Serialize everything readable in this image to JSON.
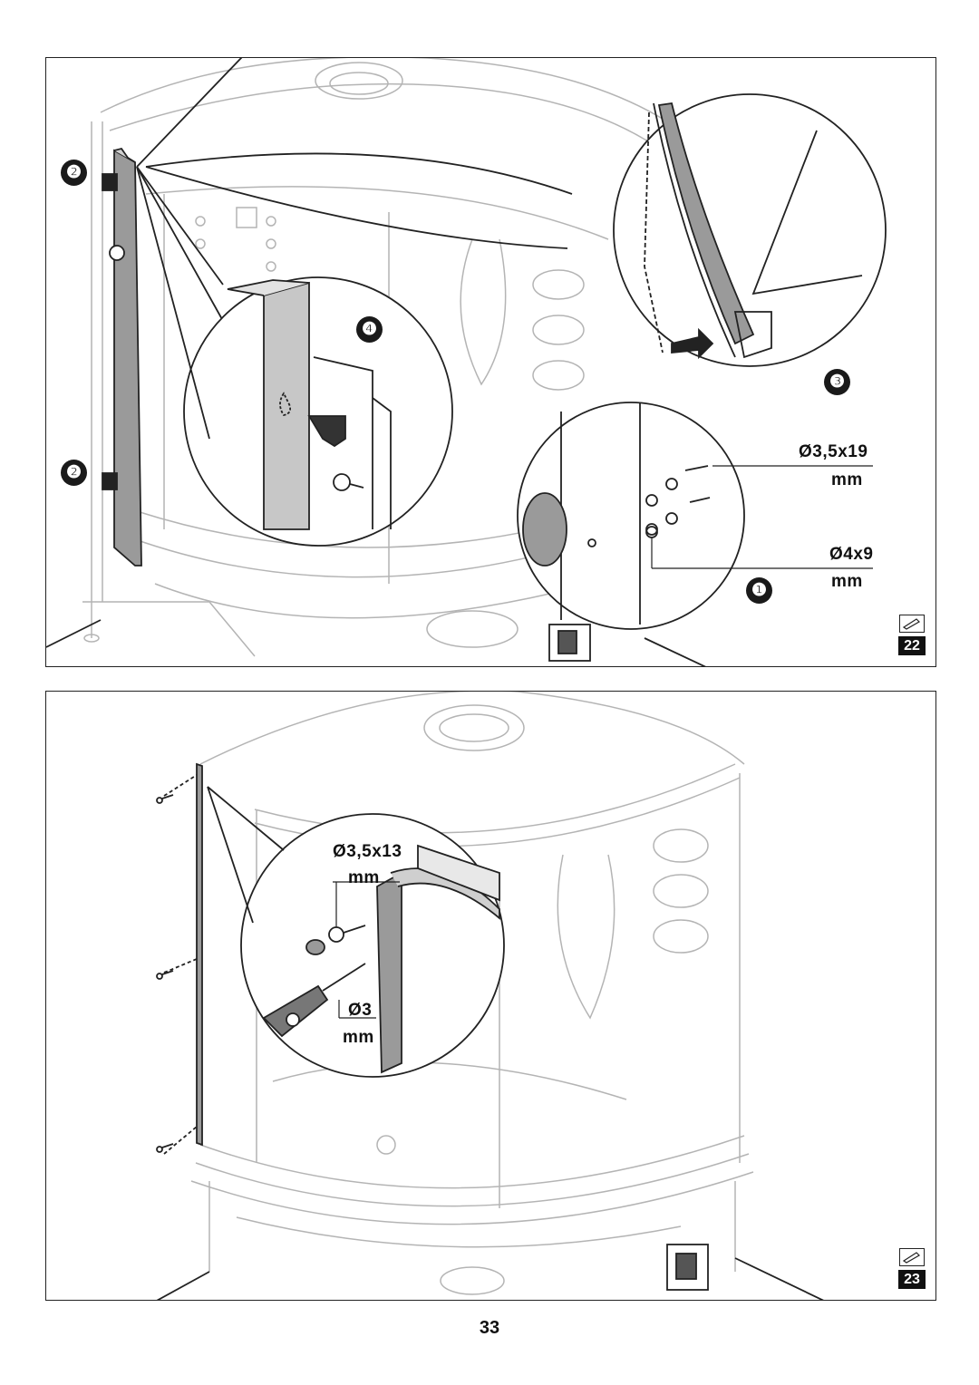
{
  "page_number": "33",
  "figure_22": {
    "number": "22",
    "steps": [
      "❶",
      "❷",
      "❷",
      "❸",
      "❹"
    ],
    "screw_a": {
      "line1": "Ø3,5x19",
      "line2": "mm"
    },
    "screw_b": {
      "line1": "Ø4x9",
      "line2": "mm"
    },
    "icon": "pencil-note-icon"
  },
  "figure_23": {
    "number": "23",
    "screw": {
      "line1": "Ø3,5x13",
      "line2": "mm"
    },
    "drill": {
      "line1": "Ø3",
      "line2": "mm"
    },
    "icon": "pencil-note-icon"
  },
  "colors": {
    "ink": "#222222",
    "light_line": "#b0b0b0",
    "panel_grey": "#9a9a9a",
    "bg": "#ffffff"
  }
}
